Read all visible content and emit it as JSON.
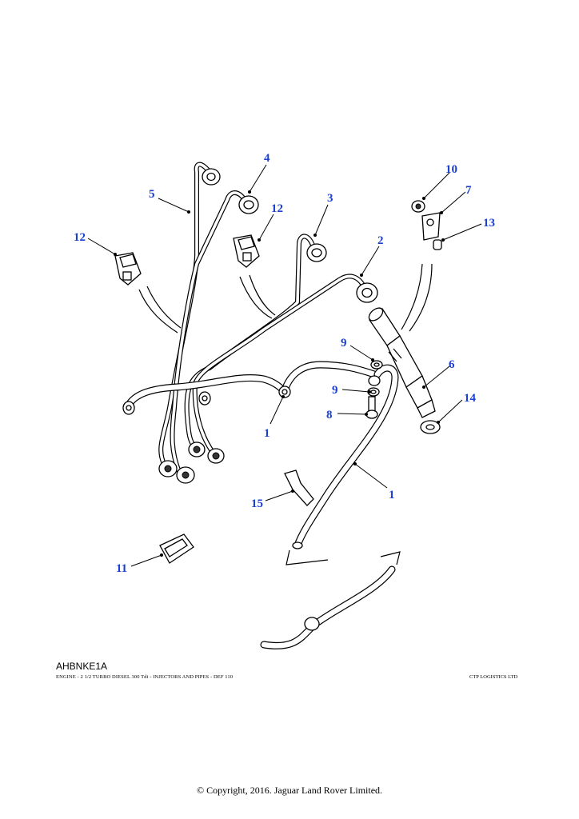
{
  "diagram": {
    "drawing_code": "AHBNKE1A",
    "caption": "ENGINE - 2 1/2 TURBO DIESEL 300 Tdi - INJECTORS AND PIPES - DEF 110",
    "supplier": "CTP LOGISTICS LTD",
    "callout_color": "#1a3fd1",
    "callouts": [
      {
        "id": "c-1a",
        "label": "1"
      },
      {
        "id": "c-1b",
        "label": "1"
      },
      {
        "id": "c-2",
        "label": "2"
      },
      {
        "id": "c-3",
        "label": "3"
      },
      {
        "id": "c-4",
        "label": "4"
      },
      {
        "id": "c-5",
        "label": "5"
      },
      {
        "id": "c-6",
        "label": "6"
      },
      {
        "id": "c-7",
        "label": "7"
      },
      {
        "id": "c-8",
        "label": "8"
      },
      {
        "id": "c-9a",
        "label": "9"
      },
      {
        "id": "c-9b",
        "label": "9"
      },
      {
        "id": "c-10",
        "label": "10"
      },
      {
        "id": "c-11",
        "label": "11"
      },
      {
        "id": "c-12a",
        "label": "12"
      },
      {
        "id": "c-12b",
        "label": "12"
      },
      {
        "id": "c-13",
        "label": "13"
      },
      {
        "id": "c-14",
        "label": "14"
      },
      {
        "id": "c-15",
        "label": "15"
      }
    ]
  },
  "footer": {
    "copyright": "© Copyright, 2016. Jaguar Land Rover Limited."
  }
}
